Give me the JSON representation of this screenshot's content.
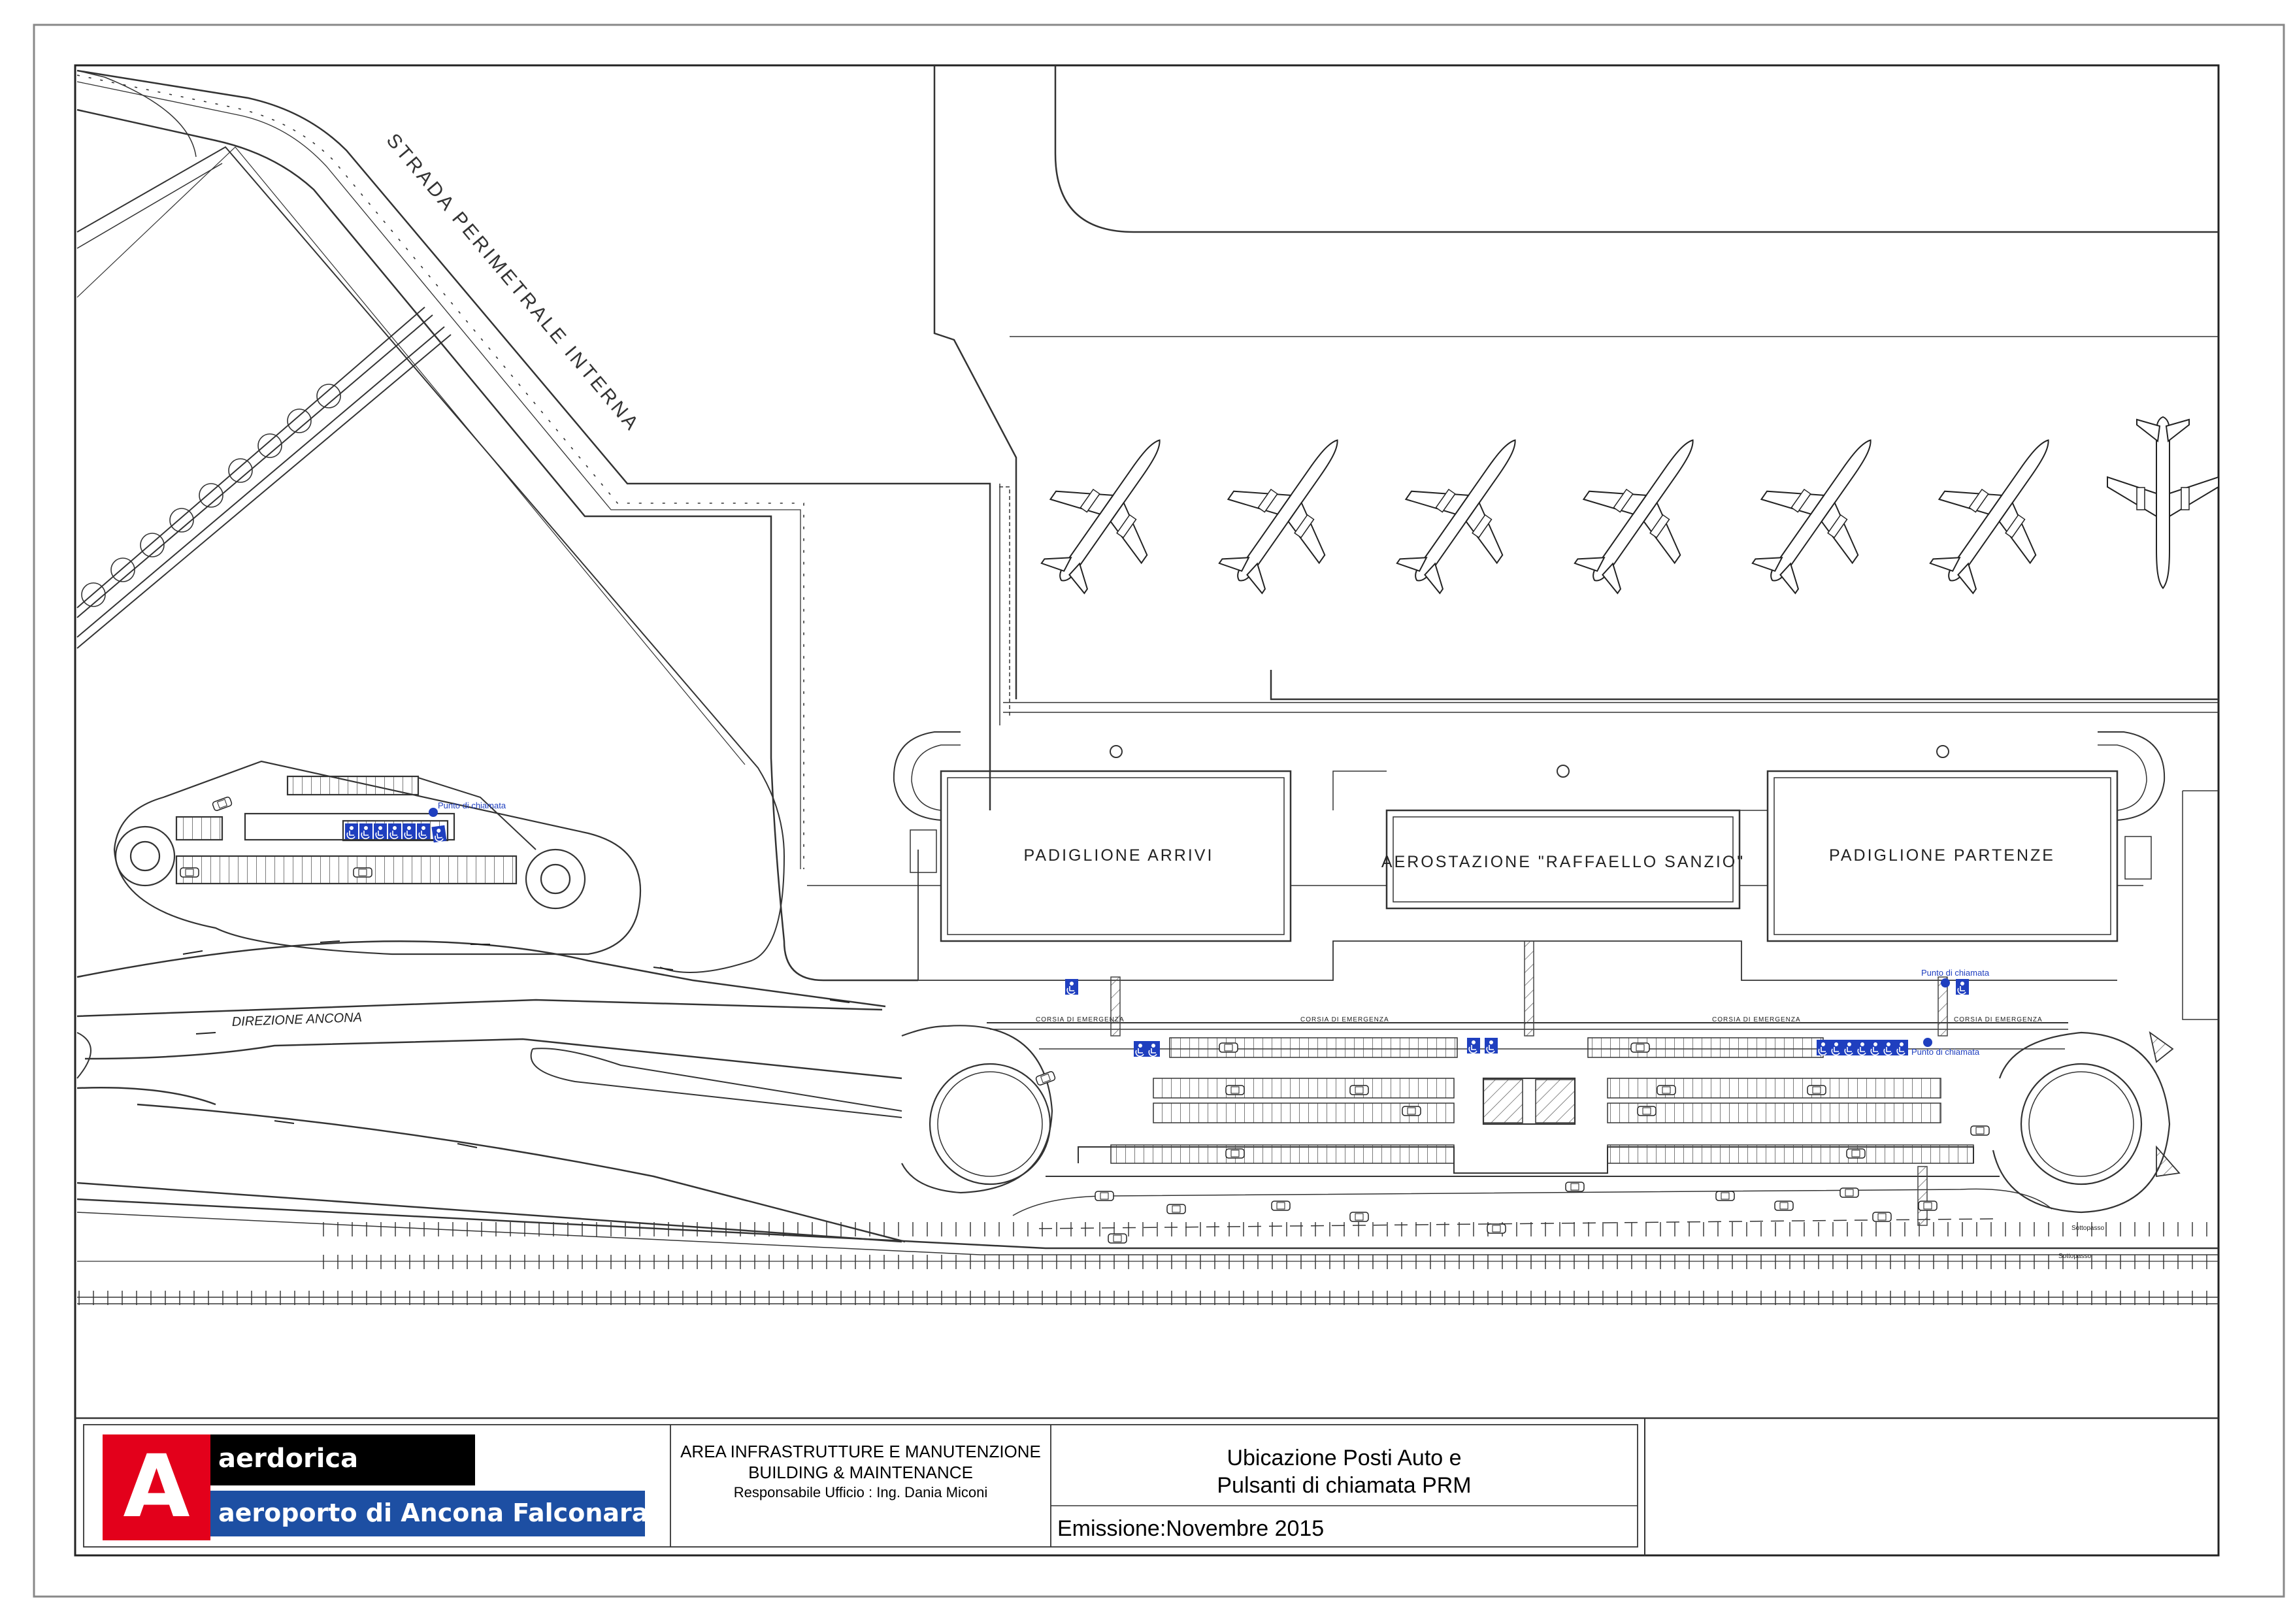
{
  "labels": {
    "road_perimeter": "STRADA PERIMETRALE INTERNA",
    "direction": "DIREZIONE ANCONA",
    "pavilion_arrivals": "PADIGLIONE ARRIVI",
    "terminal": "AEROSTAZIONE \"RAFFAELLO SANZIO\"",
    "pavilion_departures": "PADIGLIONE PARTENZE",
    "emergency_lane": "CORSIA DI EMERGENZA",
    "call_point": "Punto di chiamata",
    "underpass": "Sottopasso"
  },
  "title_block": {
    "brand_top": "aerdorica",
    "brand_bottom": "aeroporto di Ancona Falconara",
    "dept_line1": "AREA INFRASTRUTTURE E MANUTENZIONE",
    "dept_line2": "BUILDING & MAINTENANCE",
    "dept_line3": "Responsabile Ufficio : Ing. Dania Miconi",
    "title_line1": "Ubicazione Posti Auto e",
    "title_line2": "Pulsanti di chiamata PRM",
    "issue": "Emissione:Novembre 2015"
  },
  "colors": {
    "line": "#333333",
    "prm_blue": "#1f3fbf",
    "logo_red": "#e3001b",
    "logo_black": "#000000",
    "logo_blue": "#1d4fa3"
  },
  "icons": {
    "logo": "aerdorica-A-logo",
    "aircraft": "aircraft-icon",
    "prm_parking": "wheelchair-parking-icon"
  }
}
